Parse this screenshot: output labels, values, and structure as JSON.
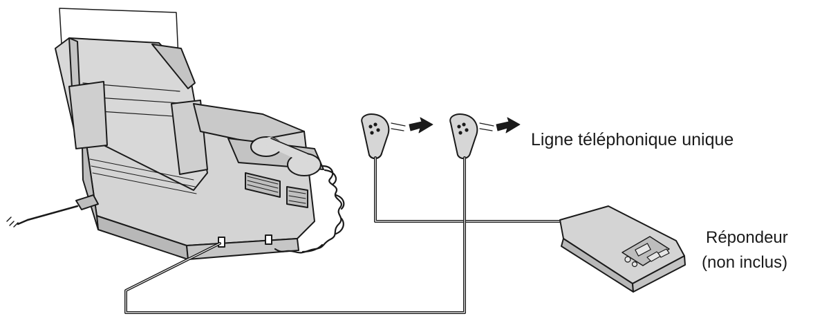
{
  "labels": {
    "phone_line": "Ligne téléphonique unique",
    "answering_machine_line1": "Répondeur",
    "answering_machine_line2": "(non inclus)"
  },
  "colors": {
    "ink": "#1a1a1a",
    "device_fill": "#d4d4d4",
    "device_shade": "#b8b8b8",
    "device_dark": "#8a8a8a",
    "background": "#ffffff"
  },
  "icons": [
    "fax-machine-icon",
    "handset-icon",
    "coiled-cord-icon",
    "phone-plug-icon",
    "arrow-right-icon",
    "answering-machine-icon",
    "power-cord-icon"
  ]
}
